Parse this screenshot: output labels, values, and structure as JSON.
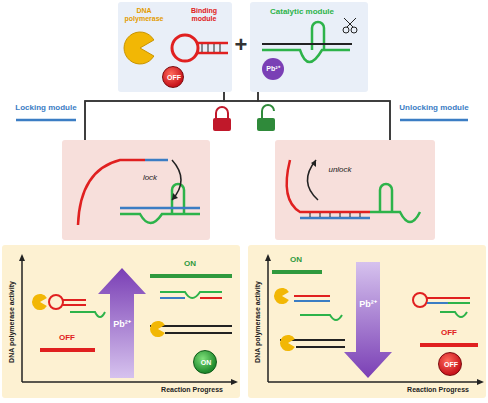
{
  "diagram": {
    "nodes": [
      {
        "text": [
          "DNA polymerase",
          "Binding module"
        ]
      },
      {
        "text": [
          "OFF"
        ],
        "in": 0
      },
      {
        "text": [
          "Catalytic module"
        ]
      },
      {
        "text": [
          "Pb²⁺"
        ],
        "in": 2
      },
      {
        "text": [
          "lock"
        ]
      },
      {
        "text": [
          "unlock"
        ]
      },
      {
        "text": [
          "DNA polymerase activity",
          "Reaction Progress"
        ]
      },
      {
        "text": [
          "ON"
        ],
        "in": 6
      },
      {
        "text": [
          "DNA polymerase activity",
          "Reaction Progress"
        ]
      },
      {
        "text": [
          "OFF"
        ],
        "in": 8
      }
    ],
    "edges": [
      {
        "from": 0,
        "to": 4,
        "arrow": "none"
      },
      {
        "from": 2,
        "to": 4,
        "arrow": "none"
      },
      {
        "from": 0,
        "to": 5,
        "arrow": "none"
      },
      {
        "from": 2,
        "to": 5,
        "arrow": "none"
      }
    ],
    "labels": [
      "+",
      "Locking module",
      "Unlocking module",
      "OFF",
      "ON",
      "Pb²⁺",
      "ON",
      "Pb²⁺",
      "OFF"
    ]
  }
}
